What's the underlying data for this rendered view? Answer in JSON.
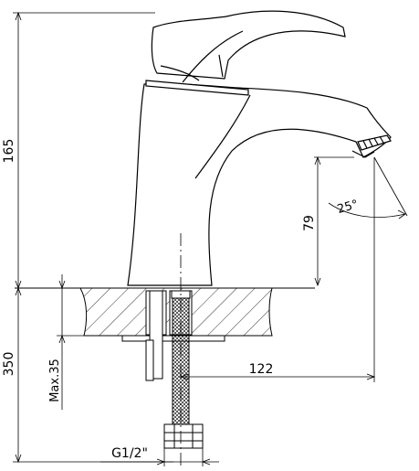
{
  "dimensions": {
    "height_total": "165",
    "spout_height": "79",
    "angle": "25°",
    "below_counter": "350",
    "max_counter_thickness": "Max.35",
    "spout_reach": "122",
    "thread": "G1/2\""
  }
}
